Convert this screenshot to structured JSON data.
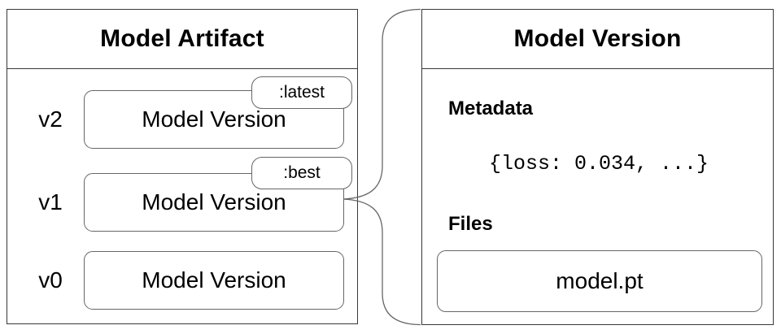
{
  "colors": {
    "background": "#ffffff",
    "panel_border": "#383838",
    "box_border": "#666666",
    "connector": "#666666",
    "text": "#000000"
  },
  "artifact_panel": {
    "title": "Model Artifact",
    "versions": [
      {
        "id": "v2",
        "label": "Model Version",
        "tag": ":latest"
      },
      {
        "id": "v1",
        "label": "Model Version",
        "tag": ":best"
      },
      {
        "id": "v0",
        "label": "Model Version",
        "tag": ""
      }
    ]
  },
  "version_panel": {
    "title": "Model Version",
    "metadata_heading": "Metadata",
    "metadata_value": "{loss: 0.034, ...}",
    "files_heading": "Files",
    "files": [
      {
        "name": "model.pt"
      }
    ]
  }
}
